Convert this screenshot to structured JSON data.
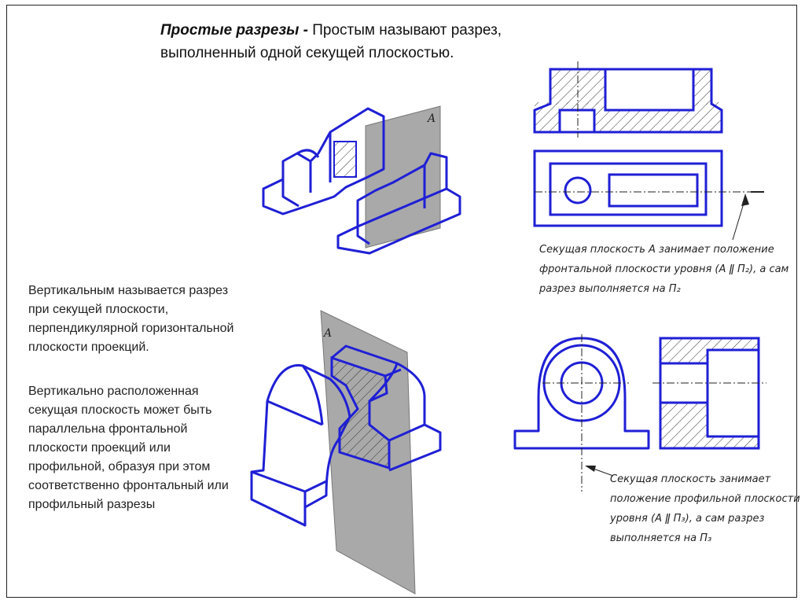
{
  "title": {
    "bold": "Простые разрезы -",
    "line1": "Простым называют разрез,",
    "line2": "выполненный одной секущей плоскостью."
  },
  "body_text": {
    "paragraph1": "Вертикальным называется разрез при секущей плоскости, перпендикулярной горизонтальной плоскости проекций.",
    "paragraph2": "Вертикально расположенная секущая плоскость может быть параллельна фронтальной плоскости проекций или профильной, образуя при этом соответственно фронтальный или профильный разрезы"
  },
  "annotations": {
    "plane_label_top": "A",
    "plane_label_bottom": "A",
    "frontal_note": {
      "line1": "Секущая плоскость А занимает положение",
      "line2": "фронтальной плоскости уровня (А ǁ П₂), а сам",
      "line3": "разрез выполняется на П₂"
    },
    "profile_note": {
      "line1": "Секущая плоскость занимает",
      "line2": "положение профильной плоскости",
      "line3": "уровня (А ǁ П₃), а сам разрез",
      "line4": "выполняется на П₃"
    }
  },
  "colors": {
    "outline": "#1f1fd6",
    "hatch": "#333333",
    "cutting_plane": "#a9a9a9",
    "text": "#222222"
  }
}
